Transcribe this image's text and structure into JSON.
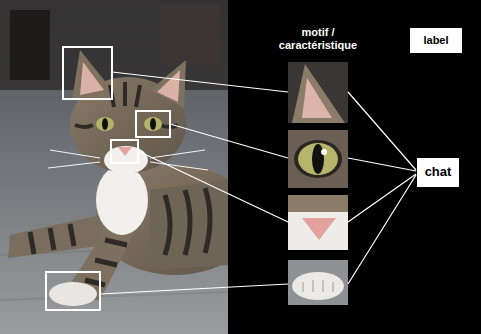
{
  "diagram": {
    "nodes": [
      {
        "text": [
          "label"
        ]
      },
      {
        "text": [
          "chat"
        ]
      }
    ],
    "labels": [
      "motif / caractéristique"
    ]
  }
}
